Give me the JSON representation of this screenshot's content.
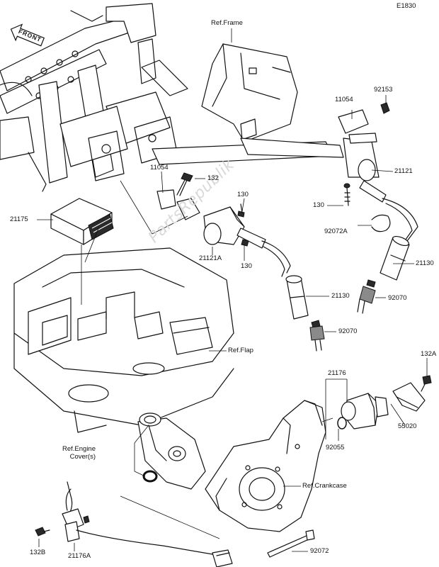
{
  "diagram_code": "E1830",
  "front_badge": "FRONT",
  "watermark": "PartsRepublik",
  "labels": {
    "ref_frame": "Ref.Frame",
    "p11054_top": "11054",
    "p92153": "92153",
    "p21121": "21121",
    "p130_right": "130",
    "p11054_mid": "11054",
    "p132": "132",
    "p130_mid": "130",
    "p21175": "21175",
    "p21121A": "21121A",
    "p130_low": "130",
    "p92072A": "92072A",
    "p21130_right": "21130",
    "p21130_mid": "21130",
    "p92070_right": "92070",
    "p92070_mid": "92070",
    "ref_flap": "Ref.Flap",
    "p21176": "21176",
    "p132A": "132A",
    "p55020": "55020",
    "p92055": "92055",
    "ref_engine_cover": "Ref.Engine\nCover(s)",
    "ref_crankcase": "Ref.Crankcase",
    "p132B": "132B",
    "p21176A": "21176A",
    "p92072": "92072"
  }
}
